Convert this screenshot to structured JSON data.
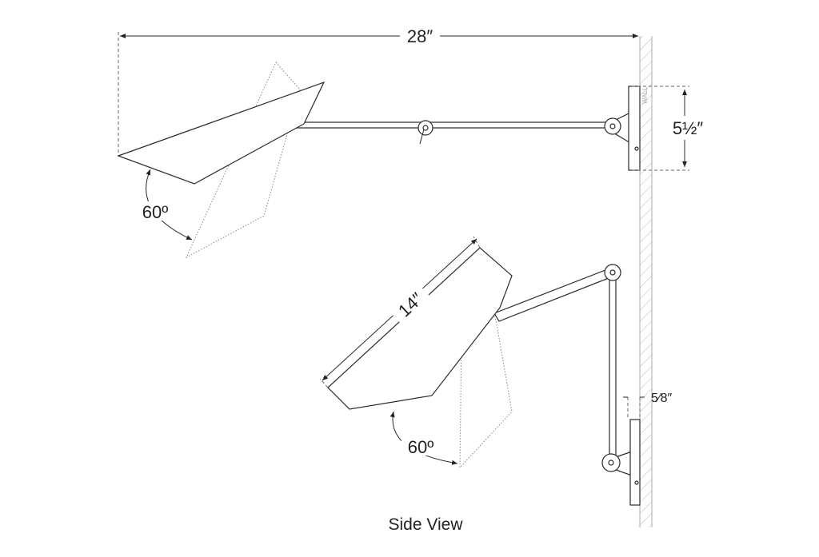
{
  "title": "Side View",
  "dimensions": {
    "width": "28″",
    "plate_height": "5½″",
    "shade_length": "14″",
    "plate_depth": "5⁄8″",
    "angle_top": "60º",
    "angle_bottom": "60º"
  },
  "wall_label": "WALL"
}
